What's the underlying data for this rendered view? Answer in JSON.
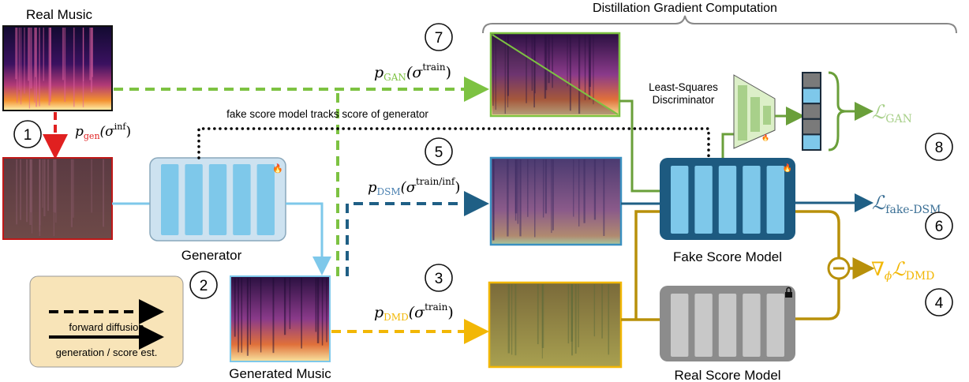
{
  "title": "Distillation Gradient Computation",
  "real_music": {
    "label": "Real Music"
  },
  "generated_music": {
    "label": "Generated Music"
  },
  "generator": {
    "label": "Generator"
  },
  "fake_score_model": {
    "label": "Fake Score Model"
  },
  "real_score_model": {
    "label": "Real Score Model"
  },
  "discriminator": {
    "line1": "Least-Squares",
    "line2": "Discriminator"
  },
  "tracking_note": "fake score model tracks score of generator",
  "legend": {
    "forward": "forward diffusion",
    "generation": "generation / score est."
  },
  "steps": [
    "1",
    "2",
    "3",
    "4",
    "5",
    "6",
    "7",
    "8"
  ],
  "noise_labels": {
    "gen": {
      "p": "p",
      "sub": "gen",
      "sigma": "(σ",
      "sup": "inf",
      "close": ")"
    },
    "gan": {
      "p": "p",
      "sub": "GAN",
      "sigma": "(σ",
      "sup": "train",
      "close": ")"
    },
    "dsm": {
      "p": "p",
      "sub": "DSM",
      "sigma": "(σ",
      "sup": "train/inf",
      "close": ")"
    },
    "dmd": {
      "p": "p",
      "sub": "DMD",
      "sigma": "(σ",
      "sup": "train",
      "close": ")"
    }
  },
  "losses": {
    "gan": {
      "L": "ℒ",
      "sub": "GAN"
    },
    "fake_dsm": {
      "L": "ℒ",
      "sub": "fake-DSM"
    },
    "dmd": {
      "nabla": "∇",
      "phi": "ϕ",
      "L": "ℒ",
      "sub": "DMD"
    }
  },
  "discriminator_outputs": [
    "fake",
    "real",
    "fake",
    "fake",
    "real"
  ],
  "colors": {
    "gan": "#7dc242",
    "gan_dark": "#6a9f3a",
    "dsm": "#1f5f85",
    "dmd": "#f2b705",
    "dmd_dark": "#b8900a",
    "gen_red": "#e02020",
    "light_blue": "#7ec8ea",
    "legend_bg": "#f8e4b8"
  }
}
